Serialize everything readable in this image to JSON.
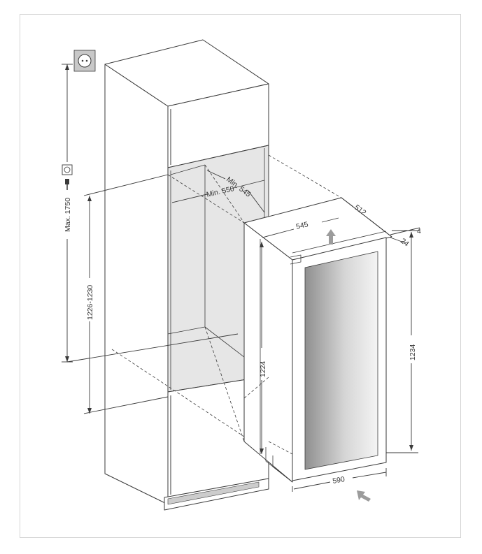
{
  "dimensions": {
    "max_height": "Max. 1750",
    "niche_height": "1226-1230",
    "min_depth": "Min. 550",
    "min_width": "Min. 545",
    "unit_width_top": "545",
    "unit_depth": "512",
    "unit_side_height": "1224",
    "unit_total_height": "1234",
    "unit_width_bottom": "590",
    "door_gap": "4",
    "door_offset": "24"
  },
  "colors": {
    "line": "#3a3a3a",
    "fill": "#ffffff",
    "niche_interior": "#e6e6e6",
    "glass_dark": "#9a9a9a",
    "glass_light": "#f2f2f2",
    "arrow": "#999999"
  },
  "icons": [
    "power-socket-icon",
    "wall-socket-icon",
    "power-plug-icon",
    "lift-arrow-icon",
    "push-in-arrow-icon"
  ]
}
